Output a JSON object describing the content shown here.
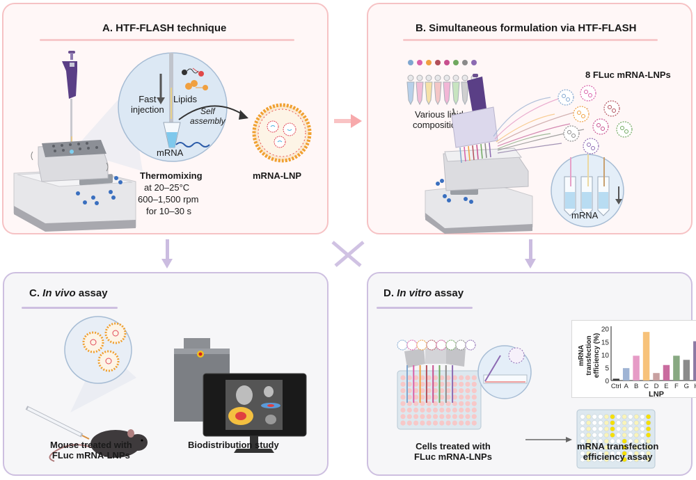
{
  "panel_a": {
    "title": "A. HTF-FLASH technique",
    "fast_injection_line1": "Fast",
    "fast_injection_line2": "injection",
    "lipids": "Lipids",
    "self_assembly_line1": "Self",
    "self_assembly_line2": "assembly",
    "mrna": "mRNA",
    "thermomixing": "Thermomixing",
    "temp": "at 20–25°C",
    "rpm": "600–1,500 rpm",
    "time": "for 10–30 s",
    "product": "mRNA-LNP"
  },
  "panel_b": {
    "title": "B. Simultaneous formulation via HTF-FLASH",
    "lipid_line1": "Various lipid",
    "lipid_line2": "compositions",
    "lnp_count": "8 FLuc mRNA-LNPs",
    "mrna": "mRNA",
    "tube_colors": [
      "#b8d0ea",
      "#f2bcd6",
      "#f6e1a8",
      "#f4c6c6",
      "#f2b6d6",
      "#c8e4c0",
      "#d0d0d0",
      "#d8c8ea"
    ],
    "lnp_colors": [
      "#7fa6cf",
      "#d95fa8",
      "#f0a040",
      "#b24f5a",
      "#c84f8e",
      "#6fa85f",
      "#8a8a8a",
      "#8c6ab2"
    ]
  },
  "panel_c": {
    "title_prefix": "C.",
    "title_italic": "In vivo",
    "title_suffix": "assay",
    "mouse_line1": "Mouse treated with",
    "mouse_line2": "FLuc mRNA-LNPs",
    "biodistribution": "Biodistribution study"
  },
  "panel_d": {
    "title_prefix": "D.",
    "title_italic": "In vitro",
    "title_suffix": "assay",
    "cells_line1": "Cells treated with",
    "cells_line2": "FLuc mRNA-LNPs",
    "assay_line1": "mRNA transfection",
    "assay_line2": "efficiency assay"
  },
  "colors": {
    "top_border": "#f6c2c4",
    "bottom_border": "#cdbfe0",
    "arrow_pink": "#f7a9ab",
    "arrow_purple": "#cbbce0"
  },
  "chart_data": {
    "type": "bar",
    "categories": [
      "Ctrl",
      "A",
      "B",
      "C",
      "D",
      "E",
      "F",
      "G",
      "H"
    ],
    "values": [
      0.7,
      4.8,
      9.6,
      18.8,
      2.9,
      6.0,
      9.6,
      8.0,
      15.2
    ],
    "colors": [
      "#3a3a3a",
      "#9fb4d4",
      "#e69bc6",
      "#f7c27a",
      "#c8a0a0",
      "#c96c9f",
      "#88a982",
      "#8a8a8a",
      "#8c7aa4"
    ],
    "title": "",
    "xlabel": "LNP",
    "ylabel_lines": [
      "mRNA",
      "transfection",
      "efficiency (%)"
    ],
    "yticks": [
      0,
      5,
      10,
      15,
      20
    ],
    "ylim": [
      0,
      21
    ],
    "grid": false
  }
}
